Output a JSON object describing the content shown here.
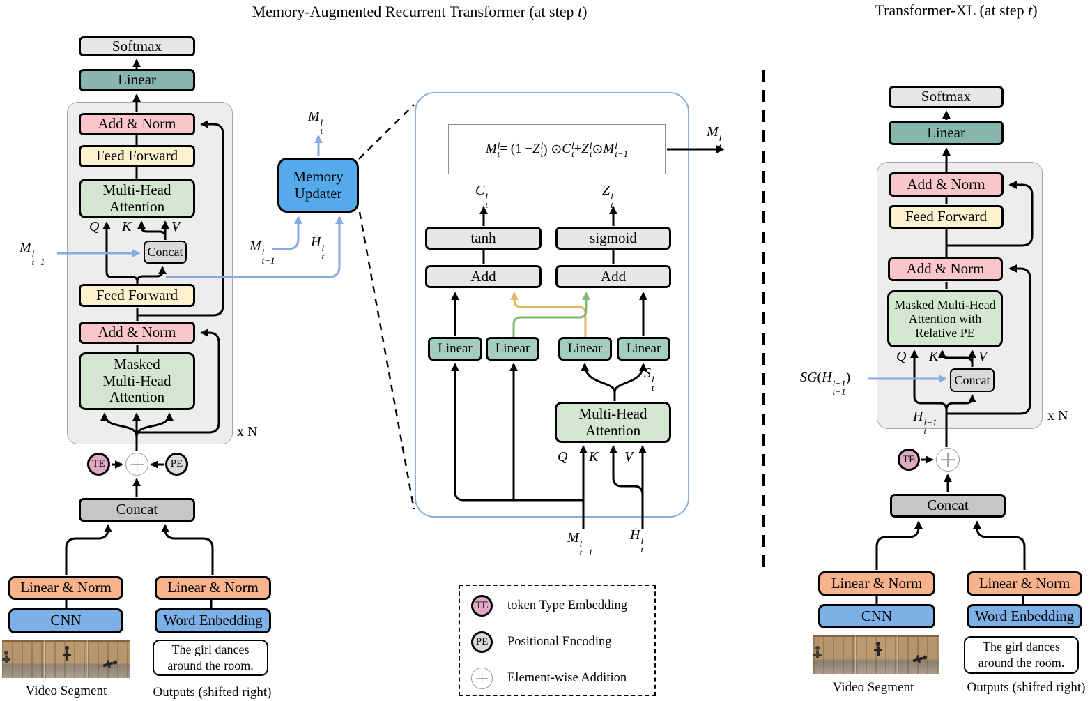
{
  "colors": {
    "memory_updater_blue": "#54aaeb",
    "panel_border_blue": "#8cadde",
    "blue_arrow": "#85abdf",
    "yellow_arrow": "#e0b860",
    "green_arrow": "#7fb873",
    "pink_box": "#f9c7ca",
    "yellow_box": "#fdf2cd",
    "green_box": "#d3e7d0",
    "teal_box": "#87b7ab",
    "salmon_box": "#f8b28c",
    "blue_box": "#7cb0e6",
    "te_pink": "#e0a9c5",
    "pe_gray": "#dcdcdc"
  },
  "left": {
    "title": [
      {
        "t": "Memory-Augmented Recurrent Transformer (at step "
      },
      {
        "i": "t"
      },
      {
        "t": ")"
      }
    ],
    "softmax": "Softmax",
    "linear": "Linear",
    "add_norm_top": "Add & Norm",
    "feed_forward_top": "Feed Forward",
    "attention": "Multi-Head\nAttention",
    "concat_memory": "Concat",
    "feed_forward_bottom": "Feed Forward",
    "add_norm_bottom": "Add & Norm",
    "masked_attention": "Masked\nMulti-Head\nAttention",
    "repeat": "x N",
    "te": "TE",
    "pe": "PE",
    "concat": "Concat",
    "linear_norm_video": "Linear & Norm",
    "cnn": "CNN",
    "linear_norm_text": "Linear & Norm",
    "word_embedding": "Word Enbedding",
    "sentence": "The girl dances\naround the room.",
    "video_caption": "Video Segment",
    "outputs_caption": "Outputs (shifted right)",
    "q": [
      {
        "i": "Q"
      }
    ],
    "k": [
      {
        "i": "K"
      }
    ],
    "v": [
      {
        "i": "V"
      }
    ],
    "m_prev": [
      {
        "b": "M",
        "s": "l",
        "u": "t−1"
      }
    ]
  },
  "memory_updater": {
    "label": "Memory\nUpdater",
    "m_out": [
      {
        "b": "M",
        "s": "l",
        "u": "t"
      }
    ],
    "m_prev": [
      {
        "b": "M",
        "s": "l",
        "u": "t−1"
      }
    ],
    "h_bar": [
      {
        "b": "H̄",
        "s": "l",
        "u": "t"
      }
    ]
  },
  "detail": {
    "equation": [
      {
        "b": "M",
        "s": "l",
        "u": "t"
      },
      {
        "t": " = (1 − "
      },
      {
        "b": "Z",
        "s": "l",
        "u": "t"
      },
      {
        "t": ") ⊙ "
      },
      {
        "b": "C",
        "s": "l",
        "u": "t"
      },
      {
        "t": " + "
      },
      {
        "b": "Z",
        "s": "l",
        "u": "t"
      },
      {
        "t": " ⊙ "
      },
      {
        "b": "M",
        "s": "l",
        "u": "t−1"
      }
    ],
    "m_out": [
      {
        "b": "M",
        "s": "l",
        "u": "t"
      }
    ],
    "c": [
      {
        "b": "C",
        "s": "l",
        "u": "t"
      }
    ],
    "z": [
      {
        "b": "Z",
        "s": "l",
        "u": "t"
      }
    ],
    "s": [
      {
        "b": "S",
        "s": "l",
        "u": "t"
      }
    ],
    "tanh": "tanh",
    "sigmoid": "sigmoid",
    "add_left": "Add",
    "add_right": "Add",
    "linear1": "Linear",
    "linear2": "Linear",
    "linear3": "Linear",
    "linear4": "Linear",
    "attention": "Multi-Head\nAttention",
    "q": [
      {
        "i": "Q"
      }
    ],
    "k": [
      {
        "i": "K"
      }
    ],
    "v": [
      {
        "i": "V"
      }
    ],
    "m_prev": [
      {
        "b": "M",
        "s": "l",
        "u": "t−1"
      }
    ],
    "h_bar": [
      {
        "b": "H̄",
        "s": "l",
        "u": "t"
      }
    ]
  },
  "right": {
    "title": [
      {
        "t": "Transformer-XL (at step "
      },
      {
        "i": "t"
      },
      {
        "t": ")"
      }
    ],
    "softmax": "Softmax",
    "linear": "Linear",
    "add_norm_top": "Add & Norm",
    "feed_forward": "Feed Forward",
    "add_norm_bottom": "Add & Norm",
    "masked_attention": "Masked Multi-Head\nAttention with\nRelative PE",
    "concat_memory": "Concat",
    "sg": [
      {
        "i": "SG"
      },
      {
        "t": "("
      },
      {
        "b": "H",
        "s": "l−1",
        "u": "t−1"
      },
      {
        "t": ")"
      }
    ],
    "h_in": [
      {
        "b": "H",
        "s": "l−1",
        "u": "t"
      }
    ],
    "repeat": "x N",
    "te": "TE",
    "concat": "Concat",
    "linear_norm_video": "Linear & Norm",
    "cnn": "CNN",
    "linear_norm_text": "Linear & Norm",
    "word_embedding": "Word Enbedding",
    "sentence": "The girl dances\naround the room.",
    "video_caption": "Video Segment",
    "outputs_caption": "Outputs (shifted right)",
    "q": [
      {
        "i": "Q"
      }
    ],
    "k": [
      {
        "i": "K"
      }
    ],
    "v": [
      {
        "i": "V"
      }
    ]
  },
  "legend": {
    "items": [
      {
        "symbol": "TE",
        "label": "token Type Embedding"
      },
      {
        "symbol": "PE",
        "label": "Positional Encoding"
      },
      {
        "symbol": "+",
        "label": "Element-wise Addition"
      }
    ]
  }
}
